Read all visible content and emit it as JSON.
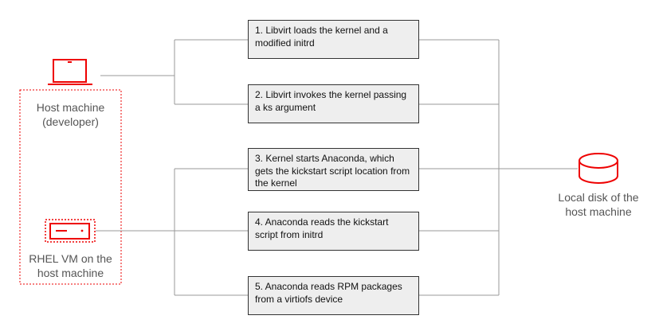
{
  "nodes": {
    "host_machine": {
      "label_line1": "Host machine",
      "label_line2": "(developer)",
      "icon": "laptop-icon"
    },
    "rhel_vm": {
      "label_line1": "RHEL VM on the",
      "label_line2": "host machine",
      "icon": "server-icon"
    },
    "local_disk": {
      "label_line1": "Local disk of the",
      "label_line2": "host machine",
      "icon": "disk-icon"
    }
  },
  "steps": [
    {
      "line1": "1. Libvirt loads the kernel and a",
      "line2": "modified initrd"
    },
    {
      "line1": "2. Libvirt invokes the kernel passing",
      "line2": "a ks argument"
    },
    {
      "line1": "3. Kernel starts Anaconda, which",
      "line2": "gets the kickstart script location from",
      "line3": "the kernel"
    },
    {
      "line1": "4. Anaconda reads the kickstart",
      "line2": "script from initrd"
    },
    {
      "line1": "5. Anaconda reads RPM packages",
      "line2": "from a virtiofs device"
    }
  ],
  "colors": {
    "accent": "#ee0000",
    "connector": "#999999",
    "box_fill": "#eeeeee",
    "box_border": "#333333",
    "label_text": "#555555"
  }
}
